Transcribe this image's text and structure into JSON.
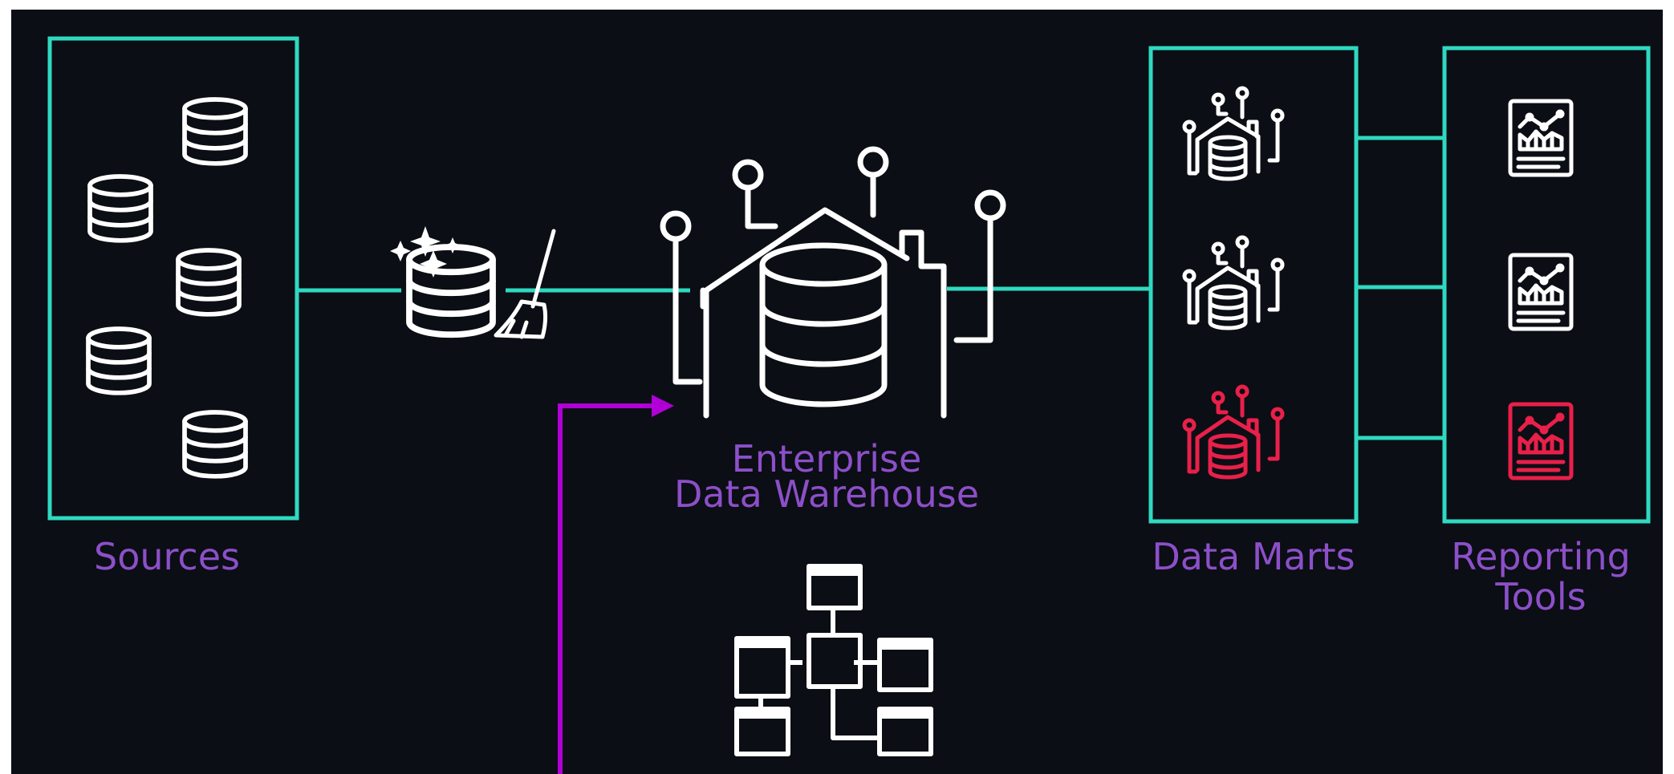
{
  "labels": {
    "sources": "Sources",
    "edw_line1": "Enterprise",
    "edw_line2": "Data Warehouse",
    "data_marts": "Data Marts",
    "reporting_line1": "Reporting",
    "reporting_line2": "Tools"
  },
  "colors": {
    "background": "#0b0e14",
    "frame": "#ffffff",
    "accent_teal": "#2fd9c1",
    "label_purple": "#8c4fc9",
    "arrow_magenta": "#b000d6",
    "highlight_red": "#e8204a",
    "icon_white": "#ffffff"
  },
  "icons": {
    "source_databases": "database-icon",
    "cleansing": "database-cleanup-icon",
    "warehouse": "data-warehouse-icon",
    "data_mart": "data-mart-icon",
    "report": "report-icon",
    "schema": "schema-diagram-icon"
  }
}
